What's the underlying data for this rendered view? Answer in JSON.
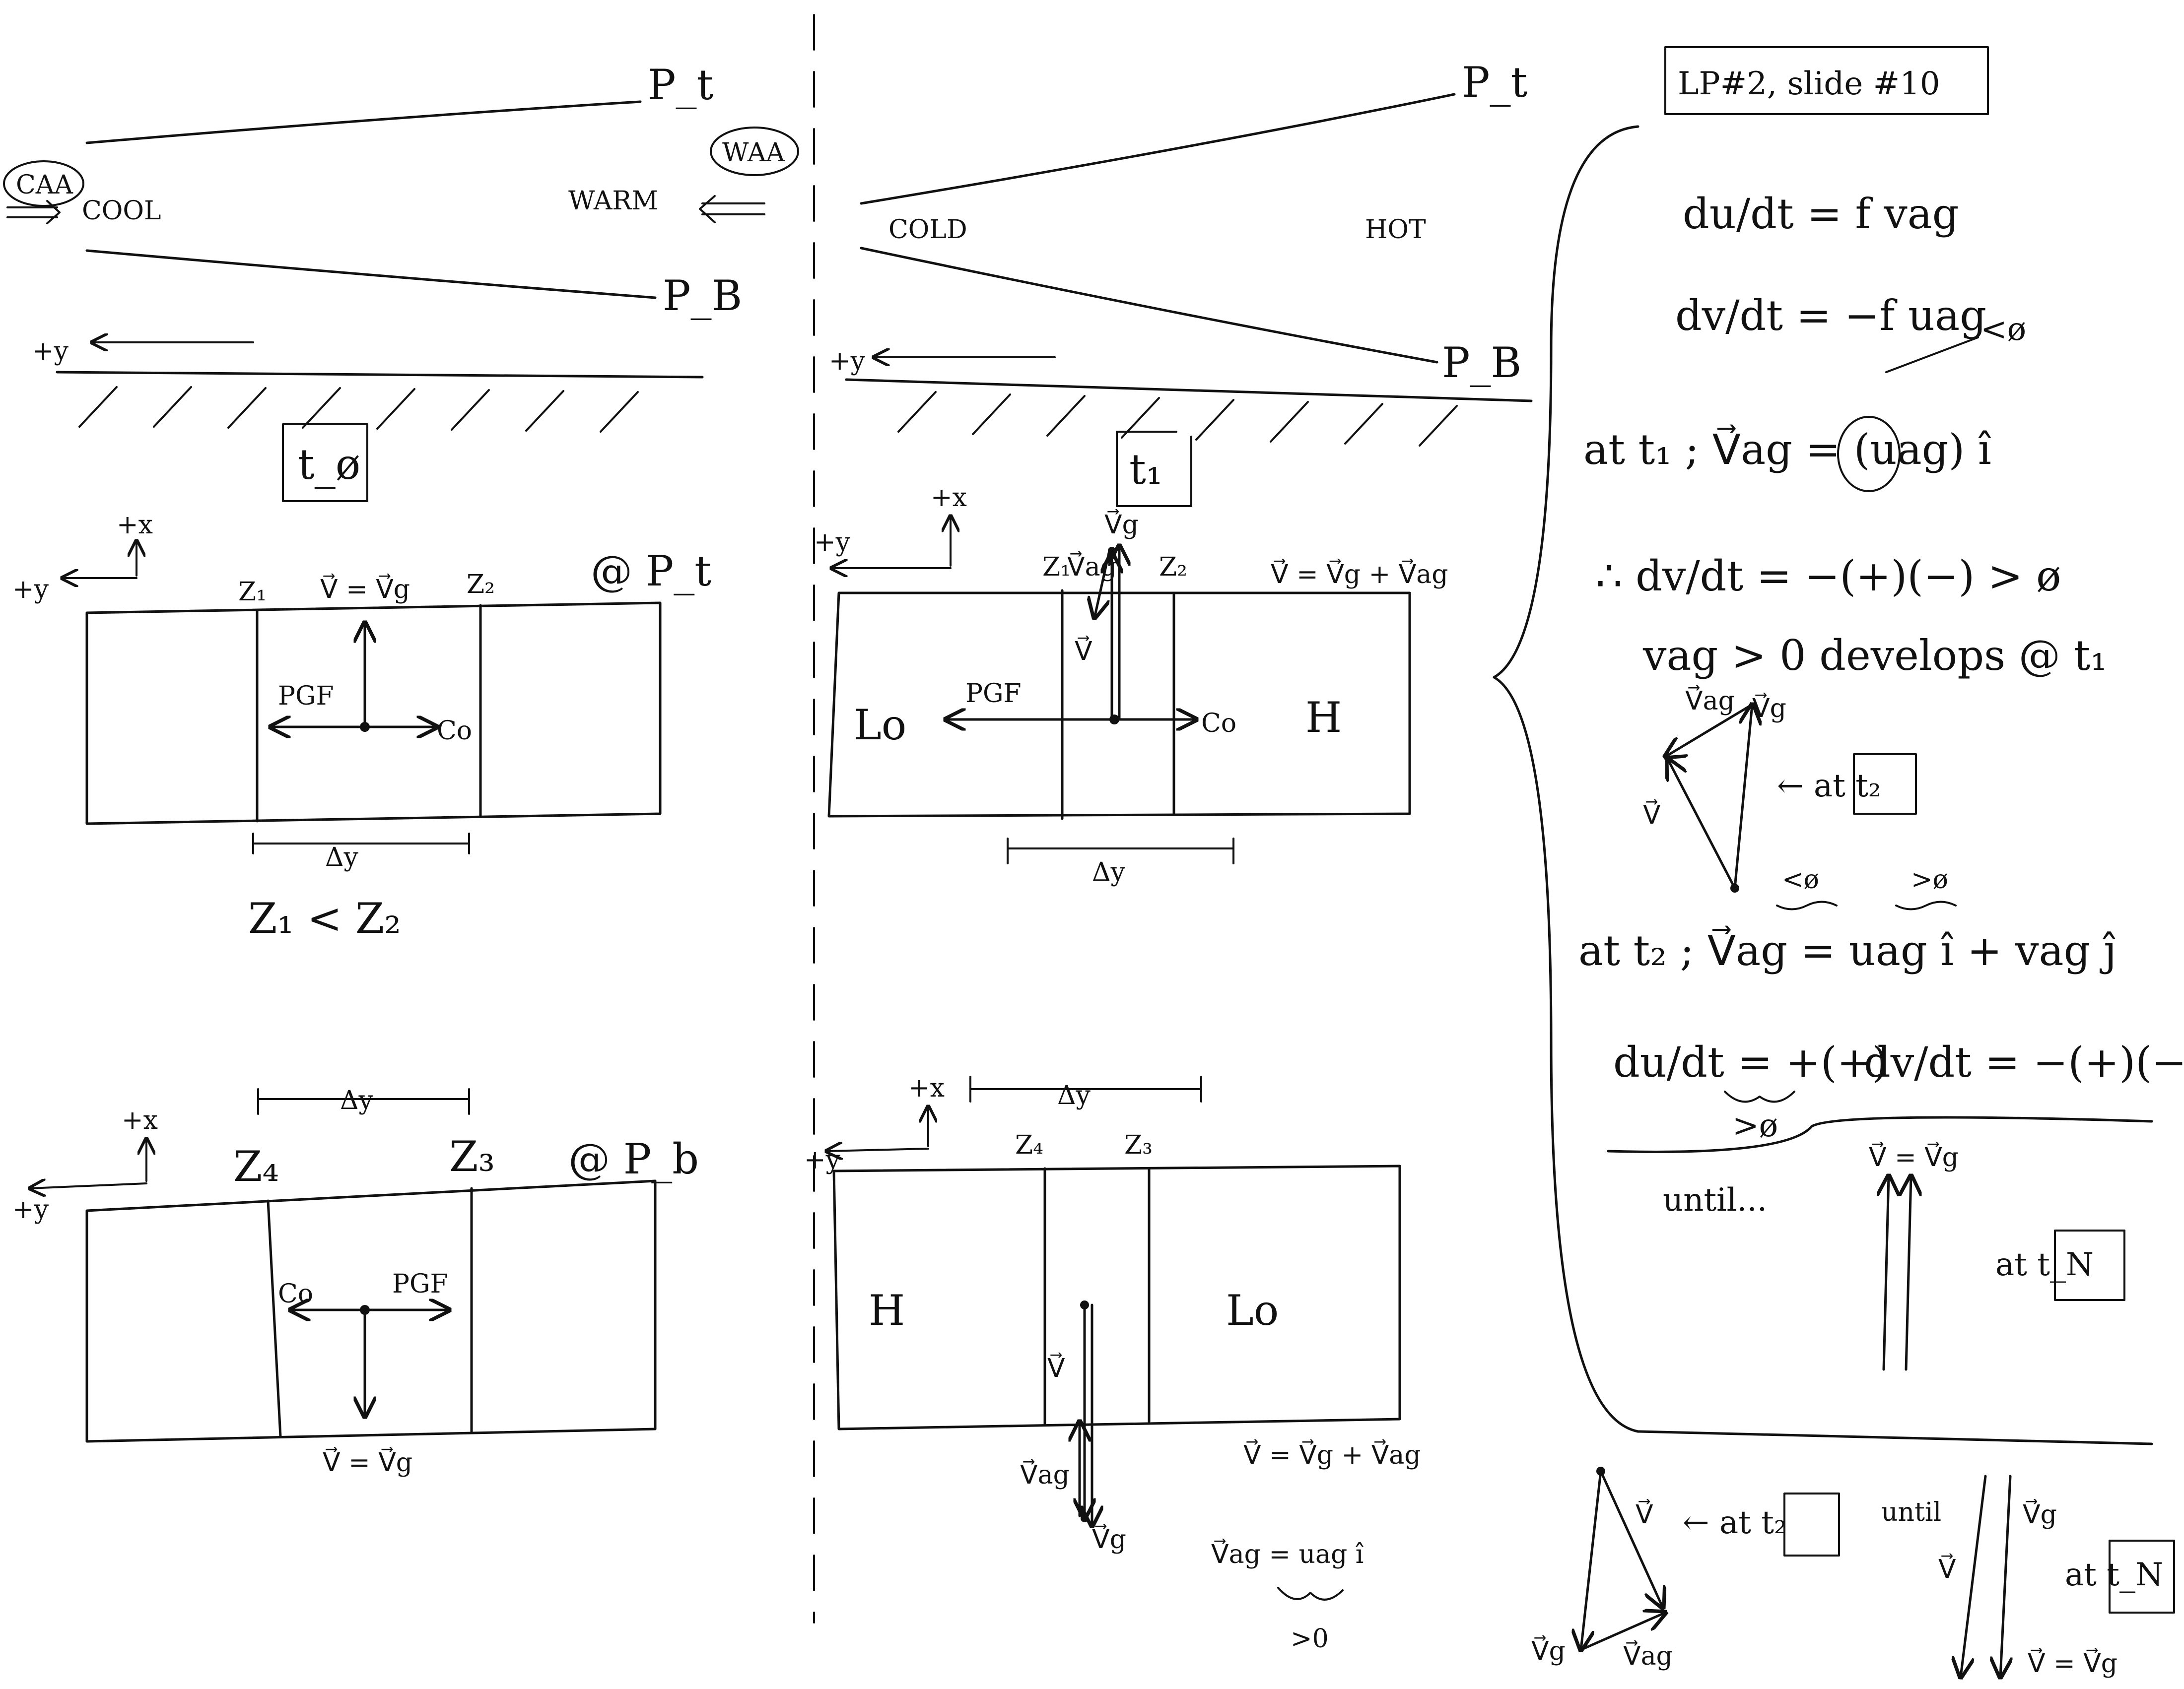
{
  "sheet": {
    "slide_label": "LP#2, slide #10"
  },
  "panel_t0": {
    "cross_section": {
      "p_top": "P_t",
      "p_bottom": "P_B",
      "caa": "CAA",
      "waa": "WAA",
      "cool": "COOL",
      "warm": "WARM",
      "y_axis": "+y",
      "time": "t_ø"
    },
    "upper_level": {
      "x_axis": "+x",
      "y_axis": "+y",
      "z1": "Z₁",
      "z2": "Z₂",
      "v_eq": "V⃗ = V⃗g",
      "level": "@ P_t",
      "pgf": "PGF",
      "co": "Co",
      "dy": "Δy",
      "z_relation": "Z₁ < Z₂"
    },
    "lower_level": {
      "x_axis": "+x",
      "y_axis": "+y",
      "z4": "Z₄",
      "z3": "Z₃",
      "level": "@ P_b",
      "co": "Co",
      "pgf": "PGF",
      "dy": "Δy",
      "v_eq": "V⃗ = V⃗g"
    }
  },
  "panel_t1": {
    "cross_section": {
      "p_top": "P_t",
      "p_bottom": "P_B",
      "cold": "COLD",
      "hot": "HOT",
      "y_axis": "+y",
      "time": "t₁"
    },
    "upper_level": {
      "x_axis": "+x",
      "y_axis": "+y",
      "z1": "Z₁",
      "z2": "Z₂",
      "vg": "V⃗g",
      "vag": "V⃗ag",
      "v": "V⃗",
      "v_sum": "V⃗ = V⃗g + V⃗ag",
      "low": "Lo",
      "high": "H",
      "pgf": "PGF",
      "co": "Co",
      "dy": "Δy"
    },
    "lower_level": {
      "x_axis": "+x",
      "y_axis": "+y",
      "z4": "Z₄",
      "z3": "Z₃",
      "dy": "Δy",
      "high": "H",
      "low": "Lo",
      "v": "V⃗",
      "vag": "V⃗ag",
      "vg": "V⃗g",
      "v_sum": "V⃗ = V⃗g + V⃗ag",
      "vag_eq": "V⃗ag = uag î",
      "under_note": ">0"
    }
  },
  "notes": {
    "du_dt": "du/dt = f vag",
    "dv_dt": "dv/dt = −f uag",
    "lt_zero": "<ø",
    "at_t1": "at t₁ ; V⃗ag = (uag) î",
    "therefore": "∴ dv/dt = −(+)(−) > ø",
    "develops": "vag > 0  develops @ t₁",
    "vag": "V⃗ag",
    "vg": "V⃗g",
    "v": "V⃗",
    "at_t2_box": "← at  t₂",
    "lt_zero2": "<ø",
    "gt_zero2": ">ø",
    "at_t2_eq": "at t₂ ; V⃗ag = uag î + vag ĵ",
    "du_dt2": "du/dt = +(+)",
    "gt_zero3": ">ø",
    "dv_dt2": "dv/dt = −(+)(−) > ø",
    "until": "until...",
    "v_eq_vg": "V⃗ = V⃗g",
    "at_tn": "at  t_N",
    "bottom_v": "V⃗",
    "bottom_vg": "V⃗g",
    "bottom_vag": "V⃗ag",
    "bottom_at_t2": "← at  t₂",
    "bottom_until": "until",
    "bottom_v2": "V⃗",
    "bottom_vg2": "V⃗g",
    "bottom_at_tn": "at  t_N",
    "bottom_v_eq": "V⃗ = V⃗g"
  }
}
